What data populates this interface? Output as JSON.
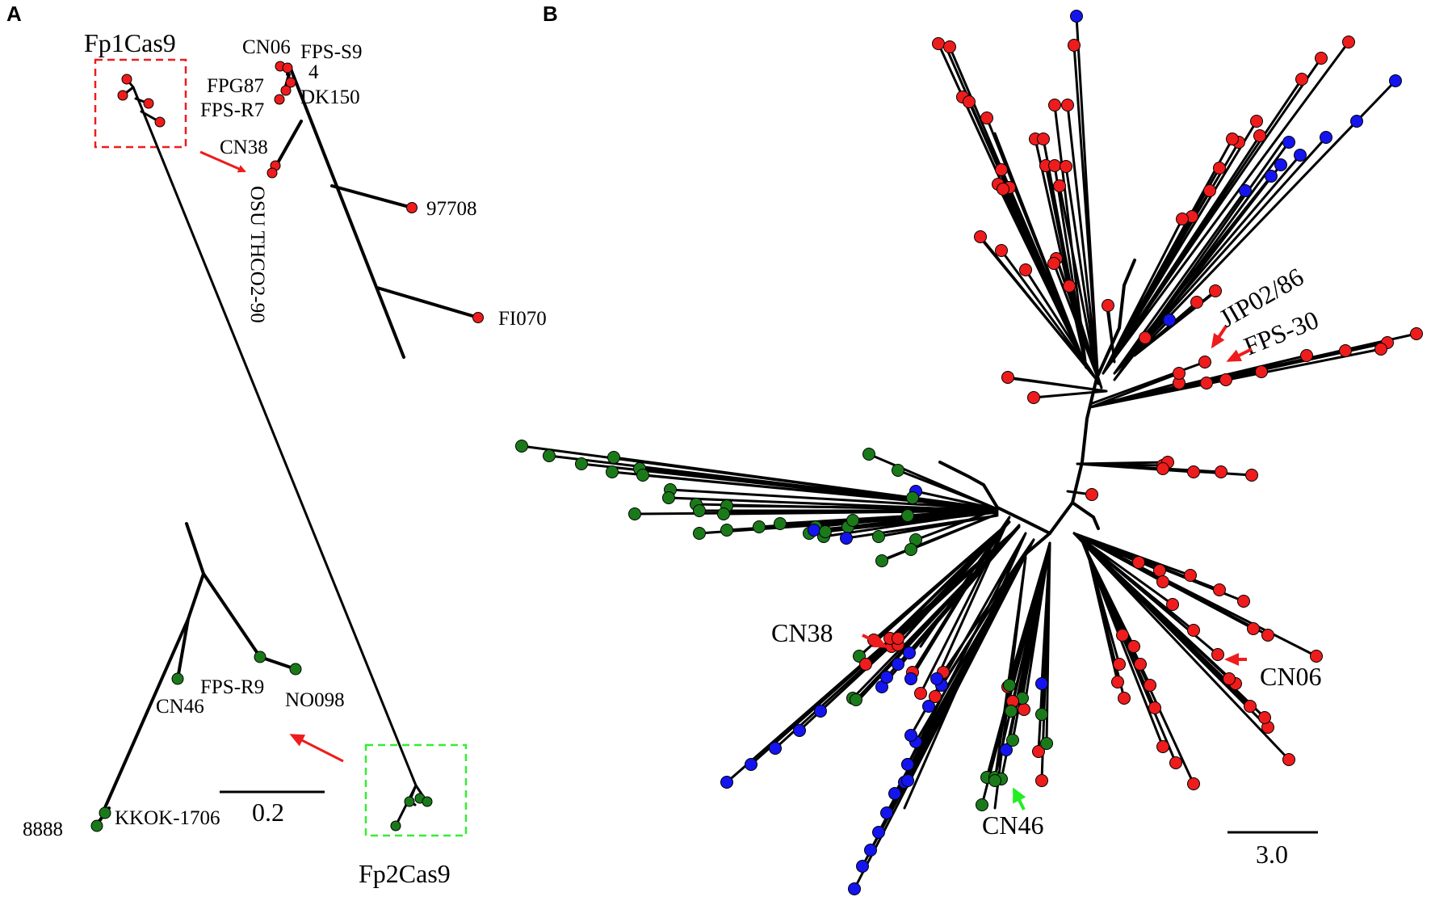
{
  "panel_a": {
    "letter": "A",
    "box_red_label": "Fp1Cas9",
    "box_green_label": "Fp2Cas9",
    "scale_label": "0.2",
    "labels": {
      "cn06": "CN06",
      "fps_s9": "FPS-S9",
      "four": "4",
      "fpg87": "FPG87",
      "dk150": "DK150",
      "fps_r7": "FPS-R7",
      "cn38": "CN38",
      "osu": "OSU THCO2-90",
      "n97708": "97708",
      "fi070": "FI070",
      "fps_r9": "FPS-R9",
      "cn46": "CN46",
      "no098": "NO098",
      "n8888": "8888",
      "kkok": "KKOK-1706"
    }
  },
  "panel_b": {
    "letter": "B",
    "scale_label": "3.0",
    "labels": {
      "jip": "JIP02/86",
      "fps30": "FPS-30",
      "cn38": "CN38",
      "cn06": "CN06",
      "cn46": "CN46"
    }
  },
  "colors": {
    "red": "#ee1c1c",
    "green": "#1a7a1a",
    "blue": "#1414ee",
    "arrow_red": "#ee1c1c",
    "arrow_green": "#22ee22",
    "box_red": "#ee1c1c",
    "box_green": "#33ee33"
  }
}
